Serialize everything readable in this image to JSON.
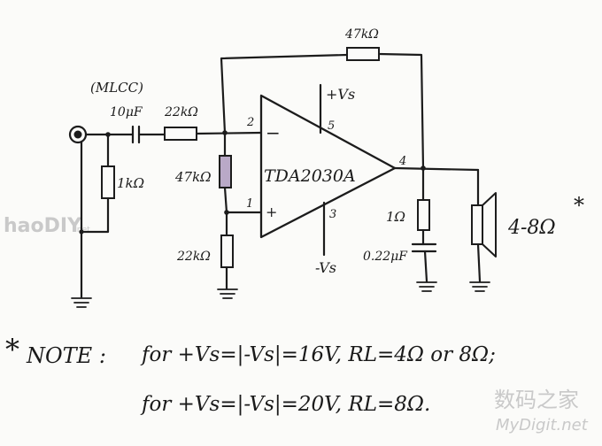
{
  "components": {
    "r_feedback": "47kΩ",
    "mlcc": "(MLCC)",
    "c_input": "10μF",
    "r_series": "22kΩ",
    "r_input_shunt": "1kΩ",
    "r_bias": "47kΩ",
    "r_bias_low": "22kΩ",
    "r_zobel": "1Ω",
    "c_zobel": "0.22μF",
    "speaker": "4-8Ω",
    "speaker_mark": "*"
  },
  "amplifier": {
    "name": "TDA2030A",
    "minus_sign": "−",
    "plus_sign": "+",
    "pin_inverting": "2",
    "pin_noninverting": "1",
    "pin_output": "4",
    "pin_vplus": "5",
    "pin_vminus": "3",
    "supply_plus": "+Vs",
    "supply_minus": "-Vs"
  },
  "note": {
    "star": "*",
    "label": "NOTE :",
    "line1": "for +Vs=|-Vs|=16V,  RL=4Ω or 8Ω;",
    "line2": "for +Vs=|-Vs|=20V,  RL=8Ω."
  },
  "watermarks": {
    "left": "haoDIY",
    "left_suffix": ".net",
    "right_cn": "数码之家",
    "right_en": "MyDigit.net"
  }
}
